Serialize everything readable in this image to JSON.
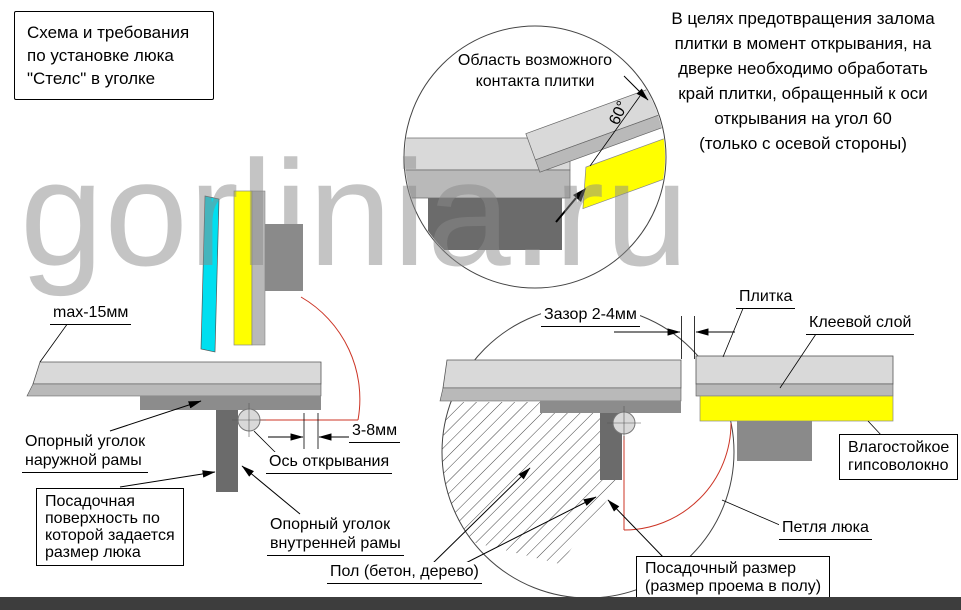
{
  "title_box": {
    "text": "Схема и требования\nпо установке люка\n\"Стелс\" в уголке"
  },
  "note": {
    "text": "В целях предотвращения залома\nплитки в момент открывания, на\nдверке необходимо обработать\nкрай плитки, обращенный к оси\nоткрывания на угол 60\n(только с осевой стороны)"
  },
  "watermark": {
    "text": "gorlinia.ru"
  },
  "detail": {
    "label": "Область возможного\nконтакта плитки",
    "angle_label": "60°"
  },
  "left_diagram": {
    "labels": {
      "max_offset": "max-15мм",
      "outer_corner": "Опорный уголок\nнаружной рамы",
      "seat_surface": "Посадочная\nповерхность по\nкоторой задается\nразмер люка",
      "axis": "Ось открывания",
      "dim": "3-8мм",
      "inner_corner": "Опорный уголок\nвнутренней рамы"
    }
  },
  "right_diagram": {
    "labels": {
      "gap": "Зазор 2-4мм",
      "tile": "Плитка",
      "glue": "Клеевой слой",
      "gvl": "Влагостойкое\nгипсоволокно",
      "hinge": "Петля люка",
      "floor": "Пол (бетон, дерево)",
      "seat_size": "Посадочный размер\n(размер проема в полу)"
    }
  },
  "colors": {
    "tile_cyan": "#00dff0",
    "gvl_yellow": "#ffff00",
    "frame_dark_gray": "#6b6b6b",
    "layer_light_gray": "#d9d9d9",
    "layer_mid_gray": "#b9b9b9",
    "swing_arc_red": "#cc3425",
    "watermark_gray": "#8a8a8a"
  }
}
